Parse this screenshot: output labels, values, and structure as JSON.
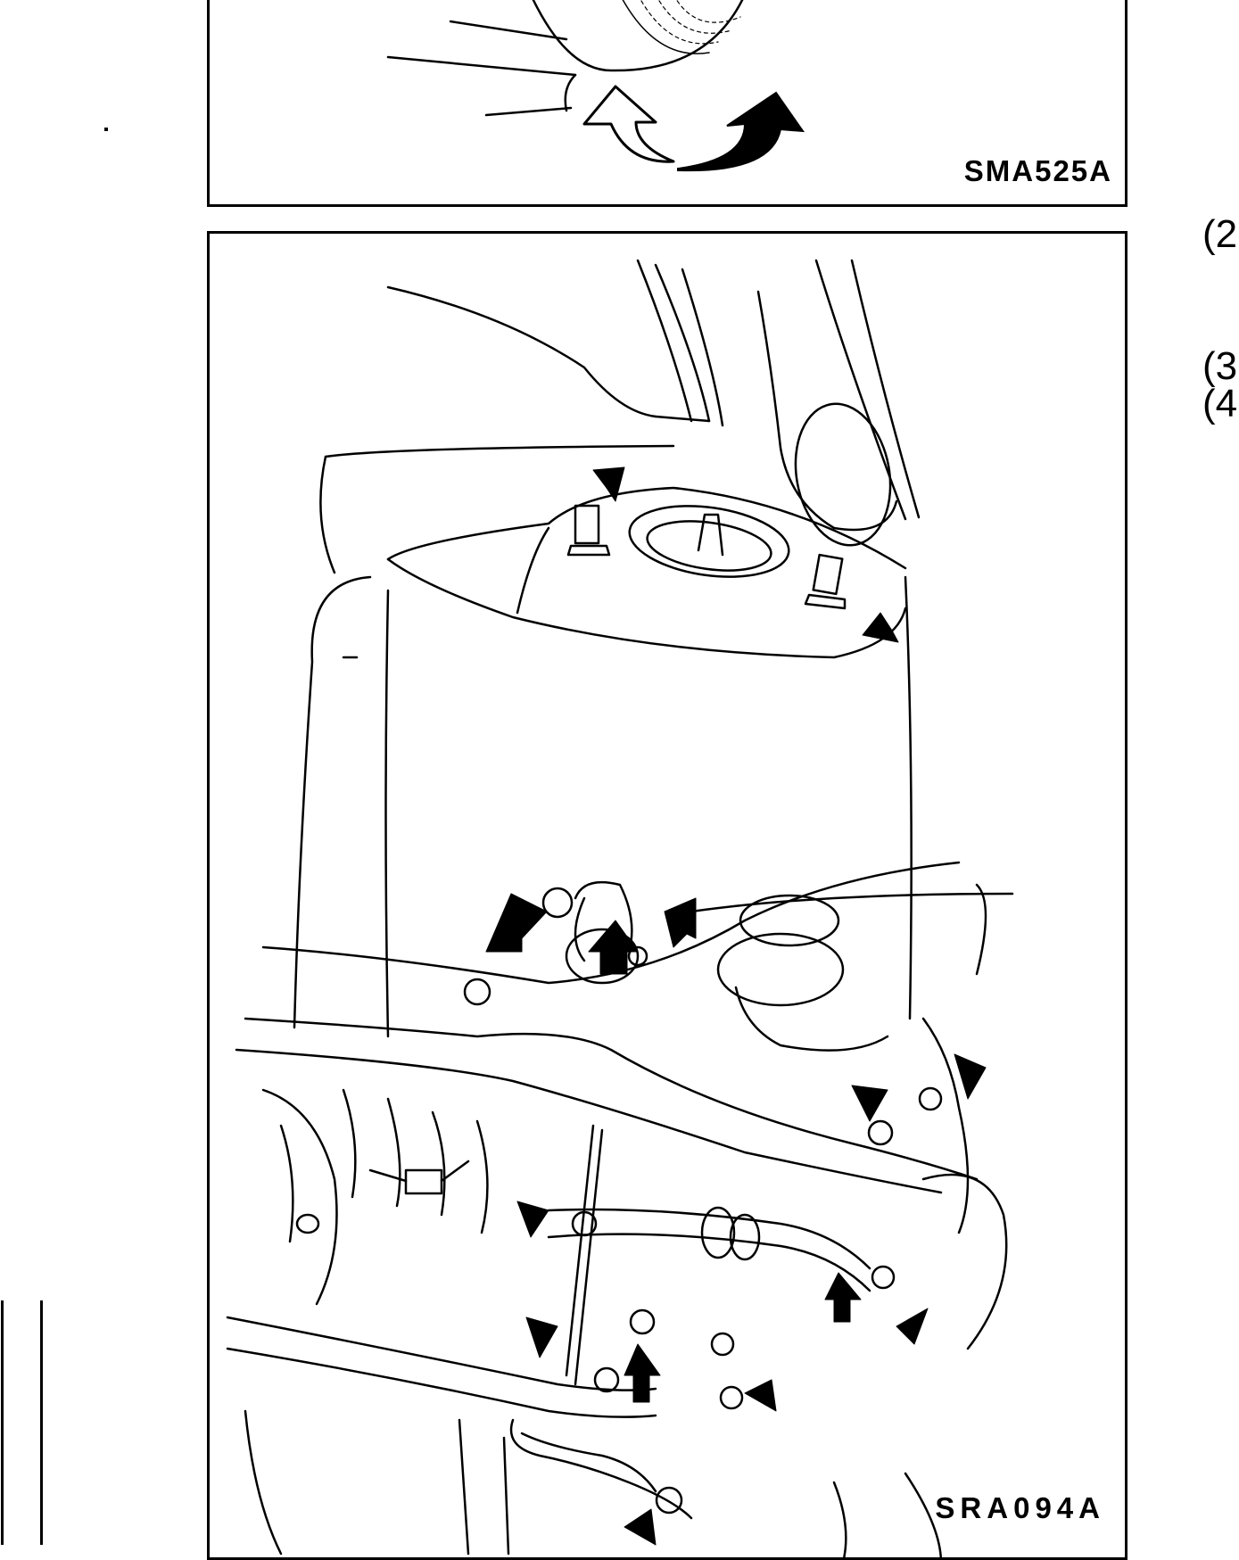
{
  "figures": {
    "top": {
      "code": "SMA525A"
    },
    "bottom": {
      "code": "SRA094A"
    }
  },
  "side_labels": [
    "(2",
    "(3",
    "(4"
  ],
  "icons": [
    "curved-arrow-icon",
    "pointer-arrow-icon"
  ],
  "colors": {
    "line": "#000000",
    "background": "#ffffff"
  }
}
